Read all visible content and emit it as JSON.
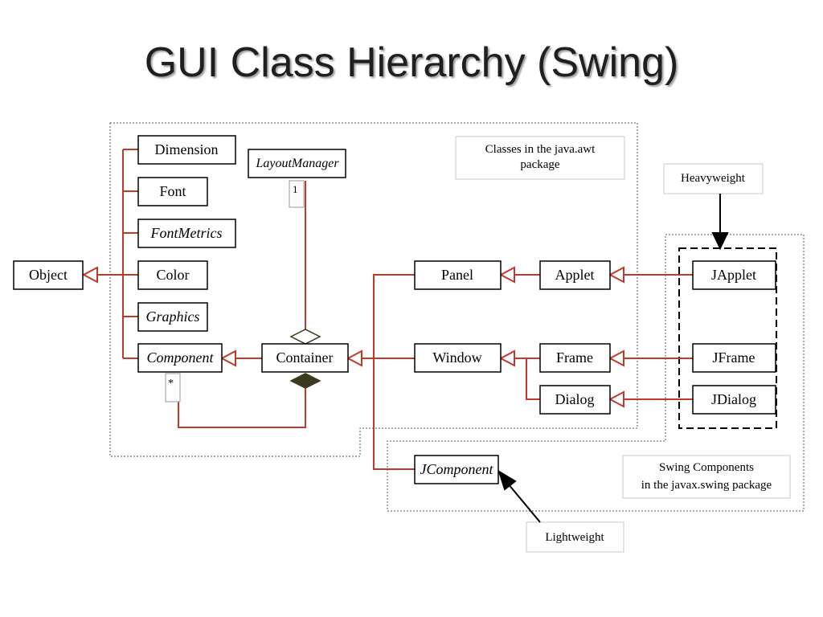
{
  "title": "GUI Class Hierarchy (Swing)",
  "classes": {
    "object": "Object",
    "dimension": "Dimension",
    "font": "Font",
    "fontmetrics": "FontMetrics",
    "color": "Color",
    "graphics": "Graphics",
    "component": "Component",
    "container": "Container",
    "layoutmanager": "LayoutManager",
    "panel": "Panel",
    "applet": "Applet",
    "window": "Window",
    "frame": "Frame",
    "dialog": "Dialog",
    "japplet": "JApplet",
    "jframe": "JFrame",
    "jdialog": "JDialog",
    "jcomponent": "JComponent"
  },
  "multiplicity": {
    "layout_one": "1",
    "component_many": "*"
  },
  "notes": {
    "awt_line1": "Classes in the java.awt",
    "awt_line2": "package",
    "swing_line1": "Swing Components",
    "swing_line2": "in the javax.swing package",
    "heavyweight": "Heavyweight",
    "lightweight": "Lightweight"
  },
  "colors": {
    "connector": "#c0392b",
    "aggregation_fill": "#3b3a1e",
    "border": "#000000"
  }
}
